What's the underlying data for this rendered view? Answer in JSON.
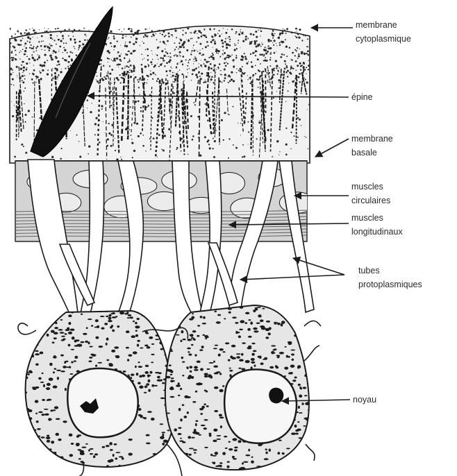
{
  "labels": {
    "membrane_cytoplasmique_1": "membrane",
    "membrane_cytoplasmique_2": "cytoplasmique",
    "epine": "épine",
    "membrane_basale_1": "membrane",
    "membrane_basale_2": "basale",
    "muscles_circulaires_1": "muscles",
    "muscles_circulaires_2": "circulaires",
    "muscles_longitudinaux_1": "muscles",
    "muscles_longitudinaux_2": "longitudinaux",
    "tubes_protoplasmiques_1": "tubes",
    "tubes_protoplasmiques_2": "protoplasmiques",
    "noyau": "noyau"
  },
  "colors": {
    "ink": "#1a1a1a",
    "paper": "#ffffff",
    "stipple": "#2b2b2b",
    "muscle_band": "#c9c9c9"
  }
}
